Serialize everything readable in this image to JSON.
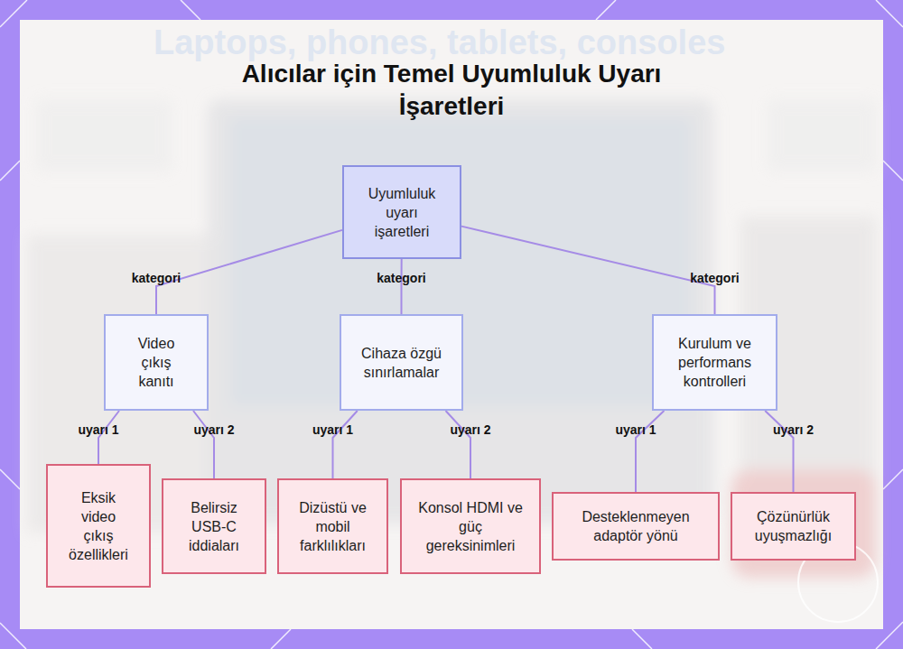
{
  "diagram": {
    "title": "Alıcılar için Temel Uyumluluk Uyarı İşaretleri",
    "nodes": [
      {
        "text": [
          "Uyumluluk uyarı işaretleri"
        ]
      },
      {
        "text": [
          "Video çıkış kanıtı"
        ]
      },
      {
        "text": [
          "Cihaza özgü sınırlamalar"
        ]
      },
      {
        "text": [
          "Kurulum ve performans kontrolleri"
        ]
      },
      {
        "text": [
          "Eksik video çıkış özellikleri"
        ]
      },
      {
        "text": [
          "Belirsiz USB-C iddiaları"
        ]
      },
      {
        "text": [
          "Dizüstü ve mobil farklılıkları"
        ]
      },
      {
        "text": [
          "Konsol HDMI ve güç gereksinimleri"
        ]
      },
      {
        "text": [
          "Desteklenmeyen adaptör yönü"
        ]
      },
      {
        "text": [
          "Çözünürlük uyuşmazlığı"
        ]
      }
    ],
    "edges": [
      {
        "from": 0,
        "to": 1,
        "label": "kategori",
        "arrow": "none"
      },
      {
        "from": 0,
        "to": 2,
        "label": "kategori",
        "arrow": "none"
      },
      {
        "from": 0,
        "to": 3,
        "label": "kategori",
        "arrow": "none"
      },
      {
        "from": 1,
        "to": 4,
        "label": "uyarı 1",
        "arrow": "none"
      },
      {
        "from": 1,
        "to": 5,
        "label": "uyarı 2",
        "arrow": "none"
      },
      {
        "from": 2,
        "to": 6,
        "label": "uyarı 1",
        "arrow": "none"
      },
      {
        "from": 2,
        "to": 7,
        "label": "uyarı 2",
        "arrow": "none"
      },
      {
        "from": 3,
        "to": 8,
        "label": "uyarı 1",
        "arrow": "none"
      },
      {
        "from": 3,
        "to": 9,
        "label": "uyarı 2",
        "arrow": "none"
      }
    ],
    "labels": [
      "Laptops, phones, tablets, consoles"
    ]
  }
}
